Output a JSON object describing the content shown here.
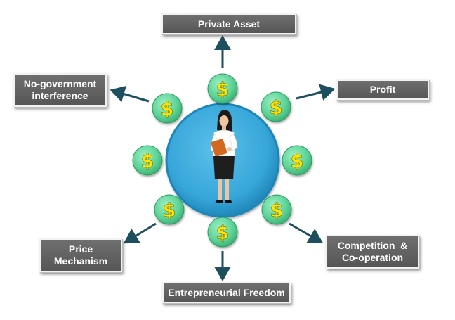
{
  "diagram": {
    "center": {
      "figure": "businesswoman-holding-folder"
    },
    "labels": {
      "private_asset": "Private Asset",
      "profit": "Profit",
      "no_government": [
        "No-government",
        "interference"
      ],
      "competition": [
        "Competition  &",
        "Co-operation"
      ],
      "price": [
        "Price",
        "Mechanism"
      ],
      "entrepreneurial": "Entrepreneurial Freedom"
    },
    "coin_symbol": "$",
    "coin_count": 8,
    "colors": {
      "center_circle": "#3aa9dc",
      "coin": "#5fd49b",
      "coin_symbol": "#ffe600",
      "arrow": "#1d4f5f",
      "box": "#606060",
      "box_text": "#ffffff"
    }
  }
}
